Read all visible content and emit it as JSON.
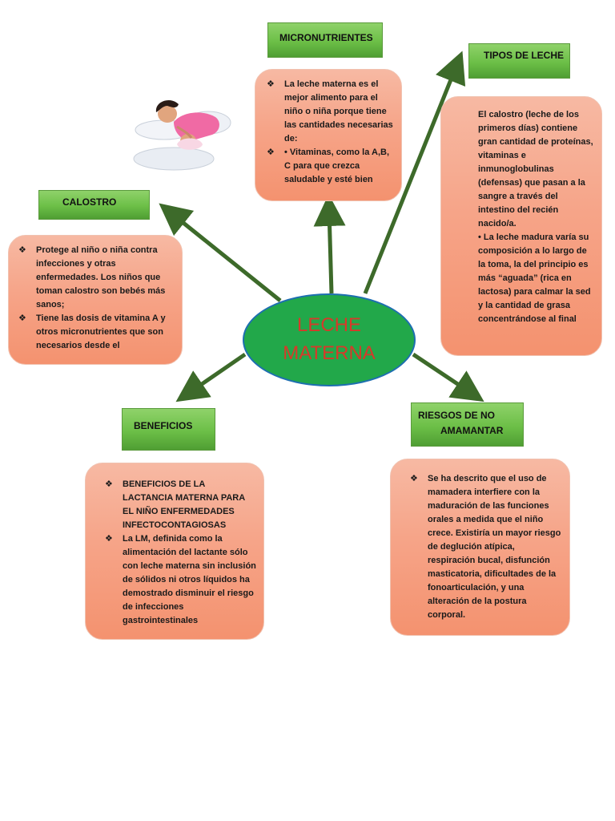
{
  "center": {
    "line1": "LECHE",
    "line2": "MATERNA"
  },
  "colors": {
    "header_green": "#6cbf47",
    "box_salmon": "#f6a488",
    "center_green": "#22a84a",
    "center_text": "#d63a2a",
    "arrow": "#3d6a2a"
  },
  "illustration": "mother-breastfeeding-baby-in-bed",
  "bullet_icon": "❖",
  "micronutrientes": {
    "title": "MICRONUTRIENTES",
    "items": [
      "La leche materna es el mejor alimento para el niño o niña porque tiene las cantidades necesarias de:",
      "• Vitaminas, como la A,B, C para que crezca saludable y esté bien"
    ]
  },
  "tipos_de_leche": {
    "title": "TIPOS DE LECHE",
    "paragraphs": [
      "El calostro (leche de los primeros días) contiene gran cantidad de proteínas, vitaminas e inmunoglobulinas (defensas) que pasan a la sangre a través del intestino del recién nacido/a.",
      "• La leche madura varía su composición a lo largo de la toma, la del principio es más “aguada” (rica en lactosa) para calmar la sed y la cantidad de grasa concentrándose al final"
    ]
  },
  "calostro": {
    "title": "CALOSTRO",
    "items": [
      "Protege al niño o niña contra infecciones y otras enfermedades. Los niños que toman calostro son bebés más sanos;",
      "Tiene las dosis de vitamina A y otros micronutrientes que son necesarios desde el"
    ]
  },
  "beneficios": {
    "title": "BENEFICIOS",
    "items": [
      "BENEFICIOS DE LA LACTANCIA MATERNA PARA EL NIÑO ENFERMEDADES INFECTOCONTAGIOSAS",
      "La LM, definida como la alimentación del lactante sólo con leche materna sin inclusión de sólidos ni otros líquidos ha demostrado disminuir el riesgo de infecciones gastrointestinales"
    ]
  },
  "riesgos": {
    "title_line1": "RIESGOS DE NO",
    "title_line2": "AMAMANTAR",
    "items": [
      "Se ha descrito que el uso de mamadera interfiere con la maduración de las funciones orales a medida que el niño crece. Existiría un mayor riesgo de deglución atípica, respiración bucal, disfunción masticatoria, dificultades de la fonoarticulación, y una alteración de la postura corporal."
    ]
  }
}
